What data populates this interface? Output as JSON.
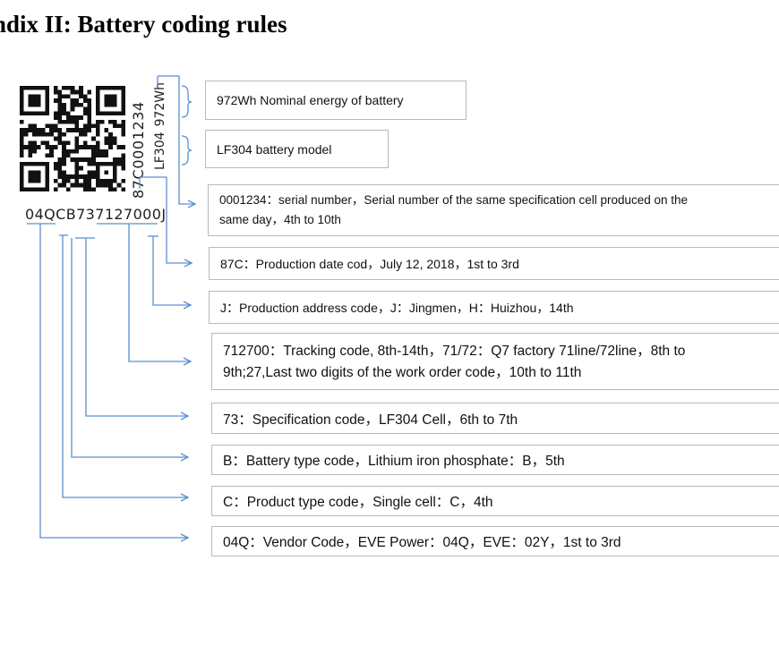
{
  "title": "ndix II: Battery coding rules",
  "code": {
    "main": "04QCB737127000J",
    "vertical_serial": "87C0001234",
    "vertical_model": "LF304",
    "vertical_energy": "972Wh"
  },
  "rules": [
    {
      "text": "972Wh  Nominal energy of battery"
    },
    {
      "text": "LF304  battery model"
    },
    {
      "line1": "0001234：serial number，Serial  number  of the same specification cell produced  on the",
      "line2": "same day，4th to 10th"
    },
    {
      "text": "87C：Production  date cod，July 12, 2018，1st to 3rd"
    },
    {
      "text": "J：Production  address code，J：Jingmen，H：Huizhou，14th"
    },
    {
      "line1": "712700：Tracking code, 8th-14th，71/72：Q7 factory 71line/72line，8th  to",
      "line2": "9th;27,Last two digits  of the work order code，10th to 11th"
    },
    {
      "text": "73：Specification code，LF304 Cell，6th to 7th"
    },
    {
      "text": "B：Battery type code，Lithium iron phosphate：B，5th"
    },
    {
      "text": "C：Product type code，Single cell：C，4th"
    },
    {
      "text": "04Q：Vendor Code，EVE Power：04Q，EVE：02Y，1st to 3rd"
    }
  ],
  "colors": {
    "arrow": "#5b8fd0",
    "box_border": "#b9b9b9",
    "qr": "#111111"
  },
  "icons": {
    "qr": "qr-code-icon",
    "arrow": "arrow-right-icon"
  }
}
